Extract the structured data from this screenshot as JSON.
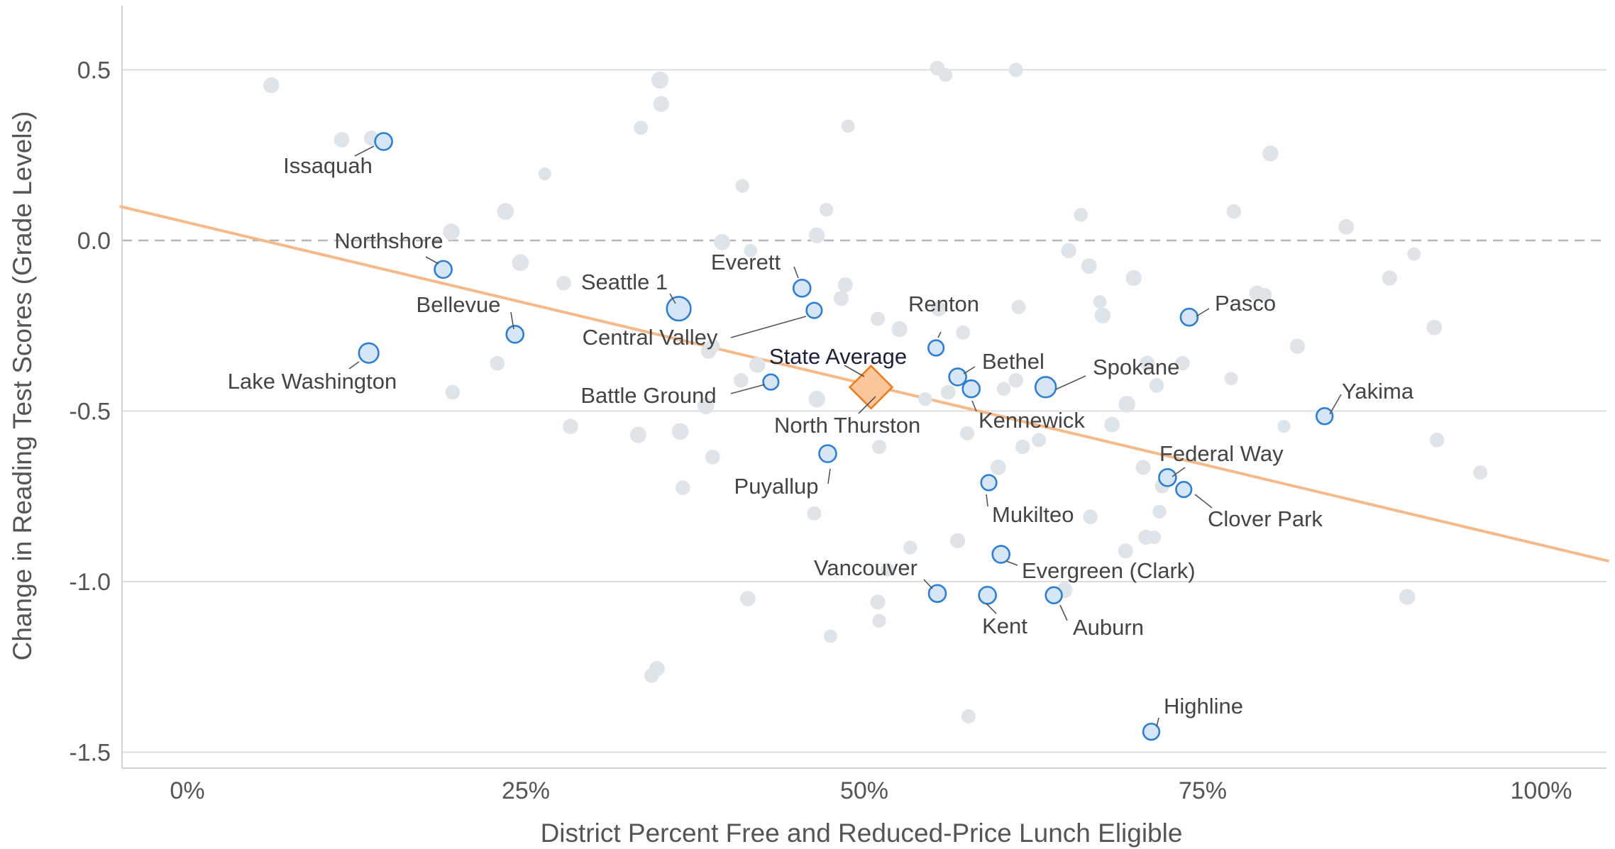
{
  "chart_data": {
    "type": "scatter",
    "xlabel": "District Percent Free and Reduced-Price Lunch Eligible",
    "ylabel": "Change in Reading Test Scores (Grade Levels)",
    "x_ticks": [
      {
        "value": 0,
        "label": "0%"
      },
      {
        "value": 25,
        "label": "25%"
      },
      {
        "value": 50,
        "label": "50%"
      },
      {
        "value": 75,
        "label": "75%"
      },
      {
        "value": 100,
        "label": "100%"
      }
    ],
    "y_ticks": [
      {
        "value": 0.5,
        "label": "0.5"
      },
      {
        "value": 0.0,
        "label": "0.0"
      },
      {
        "value": -0.5,
        "label": "-0.5"
      },
      {
        "value": -1.0,
        "label": "-1.0"
      },
      {
        "value": -1.5,
        "label": "-1.5"
      }
    ],
    "xlim": [
      -5,
      105
    ],
    "ylim": [
      -1.55,
      0.7
    ],
    "grid": "horizontal",
    "zero_line": "dashed",
    "trend_line": {
      "color": "#f5b98a",
      "start": [
        -5,
        0.1
      ],
      "end": [
        105,
        -0.94
      ]
    },
    "colors": {
      "highlight_fill": "#d6e6f7",
      "highlight_stroke": "#2d7fd3",
      "background_point": "#dfe4e8",
      "state_fill": "#fbc79a",
      "state_stroke": "#f07a1a"
    },
    "labeled_districts": [
      {
        "name": "Issaquah",
        "x": 14.5,
        "y": 0.29,
        "size": 1.0
      },
      {
        "name": "Northshore",
        "x": 18.9,
        "y": -0.085,
        "size": 1.0
      },
      {
        "name": "Bellevue",
        "x": 24.2,
        "y": -0.275,
        "size": 1.0
      },
      {
        "name": "Lake Washington",
        "x": 13.4,
        "y": -0.33,
        "size": 1.15
      },
      {
        "name": "Seattle 1",
        "x": 36.3,
        "y": -0.2,
        "size": 1.4
      },
      {
        "name": "Everett",
        "x": 45.4,
        "y": -0.14,
        "size": 1.0
      },
      {
        "name": "Central Valley",
        "x": 46.3,
        "y": -0.205,
        "size": 0.9
      },
      {
        "name": "Battle Ground",
        "x": 43.1,
        "y": -0.415,
        "size": 0.9
      },
      {
        "name": "Renton",
        "x": 55.3,
        "y": -0.315,
        "size": 0.9
      },
      {
        "name": "Bethel",
        "x": 56.9,
        "y": -0.4,
        "size": 1.0
      },
      {
        "name": "Kennewick",
        "x": 57.9,
        "y": -0.435,
        "size": 1.0
      },
      {
        "name": "Spokane",
        "x": 63.4,
        "y": -0.43,
        "size": 1.2
      },
      {
        "name": "Pasco",
        "x": 74.0,
        "y": -0.225,
        "size": 1.0
      },
      {
        "name": "Yakima",
        "x": 84.0,
        "y": -0.515,
        "size": 0.95
      },
      {
        "name": "North Thurston",
        "x": 47.3,
        "y": -0.625,
        "size": 1.0
      },
      {
        "name": "Puyallup",
        "x": 47.3,
        "y": -0.625,
        "size": 1.0
      },
      {
        "name": "Mukilteo",
        "x": 59.2,
        "y": -0.71,
        "size": 0.9
      },
      {
        "name": "Federal Way",
        "x": 72.4,
        "y": -0.695,
        "size": 1.0
      },
      {
        "name": "Clover Park",
        "x": 73.6,
        "y": -0.73,
        "size": 0.9
      },
      {
        "name": "Evergreen (Clark)",
        "x": 60.1,
        "y": -0.92,
        "size": 1.0
      },
      {
        "name": "Vancouver",
        "x": 55.4,
        "y": -1.035,
        "size": 1.0
      },
      {
        "name": "Kent",
        "x": 59.1,
        "y": -1.04,
        "size": 1.0
      },
      {
        "name": "Auburn",
        "x": 64.0,
        "y": -1.04,
        "size": 0.95
      },
      {
        "name": "Highline",
        "x": 71.2,
        "y": -1.44,
        "size": 0.95
      }
    ],
    "state_average": {
      "name": "State Average",
      "x": 50.5,
      "y": -0.43
    },
    "other_districts": [
      [
        6.2,
        0.455,
        0.7
      ],
      [
        11.4,
        0.295,
        0.65
      ],
      [
        13.6,
        0.3,
        0.6
      ],
      [
        26.4,
        0.195,
        0.35
      ],
      [
        34.9,
        0.47,
        0.85
      ],
      [
        35.0,
        0.4,
        0.7
      ],
      [
        33.5,
        0.33,
        0.5
      ],
      [
        48.8,
        0.335,
        0.4
      ],
      [
        55.4,
        0.505,
        0.55
      ],
      [
        56.0,
        0.485,
        0.45
      ],
      [
        61.2,
        0.5,
        0.5
      ],
      [
        19.5,
        0.025,
        0.8
      ],
      [
        23.5,
        0.085,
        0.8
      ],
      [
        24.6,
        -0.065,
        0.8
      ],
      [
        27.8,
        -0.125,
        0.55
      ],
      [
        41.0,
        0.16,
        0.45
      ],
      [
        39.5,
        -0.005,
        0.75
      ],
      [
        41.6,
        -0.03,
        0.4
      ],
      [
        46.5,
        0.015,
        0.7
      ],
      [
        47.2,
        0.09,
        0.45
      ],
      [
        48.6,
        -0.13,
        0.6
      ],
      [
        48.3,
        -0.17,
        0.6
      ],
      [
        51.0,
        -0.23,
        0.5
      ],
      [
        52.6,
        -0.26,
        0.7
      ],
      [
        55.5,
        -0.2,
        0.65
      ],
      [
        57.3,
        -0.27,
        0.5
      ],
      [
        61.4,
        -0.195,
        0.5
      ],
      [
        65.1,
        -0.03,
        0.6
      ],
      [
        66.0,
        0.075,
        0.45
      ],
      [
        66.6,
        -0.075,
        0.65
      ],
      [
        67.4,
        -0.18,
        0.4
      ],
      [
        67.6,
        -0.22,
        0.7
      ],
      [
        69.9,
        -0.11,
        0.7
      ],
      [
        70.9,
        -0.36,
        0.6
      ],
      [
        71.6,
        -0.425,
        0.55
      ],
      [
        69.4,
        -0.48,
        0.8
      ],
      [
        73.5,
        -0.36,
        0.55
      ],
      [
        77.3,
        0.085,
        0.55
      ],
      [
        80.0,
        0.255,
        0.7
      ],
      [
        79.0,
        -0.155,
        0.65
      ],
      [
        79.6,
        -0.16,
        0.45
      ],
      [
        82.0,
        -0.31,
        0.6
      ],
      [
        85.6,
        0.04,
        0.65
      ],
      [
        88.8,
        -0.11,
        0.6
      ],
      [
        90.6,
        -0.04,
        0.4
      ],
      [
        92.1,
        -0.255,
        0.65
      ],
      [
        92.3,
        -0.585,
        0.55
      ],
      [
        95.5,
        -0.68,
        0.5
      ],
      [
        90.1,
        -1.045,
        0.7
      ],
      [
        22.9,
        -0.36,
        0.55
      ],
      [
        19.6,
        -0.445,
        0.55
      ],
      [
        28.3,
        -0.545,
        0.65
      ],
      [
        33.3,
        -0.57,
        0.75
      ],
      [
        36.4,
        -0.56,
        0.8
      ],
      [
        38.3,
        -0.485,
        0.8
      ],
      [
        38.8,
        -0.635,
        0.55
      ],
      [
        36.6,
        -0.725,
        0.55
      ],
      [
        38.5,
        -0.325,
        0.6
      ],
      [
        38.8,
        -0.31,
        0.5
      ],
      [
        40.9,
        -0.41,
        0.55
      ],
      [
        42.1,
        -0.365,
        0.7
      ],
      [
        46.5,
        -0.465,
        0.8
      ],
      [
        46.3,
        -0.8,
        0.5
      ],
      [
        51.1,
        -0.605,
        0.5
      ],
      [
        53.4,
        -0.9,
        0.45
      ],
      [
        56.9,
        -0.88,
        0.6
      ],
      [
        57.6,
        -0.565,
        0.5
      ],
      [
        59.9,
        -0.665,
        0.65
      ],
      [
        61.7,
        -0.605,
        0.55
      ],
      [
        61.2,
        -0.41,
        0.55
      ],
      [
        62.9,
        -0.585,
        0.5
      ],
      [
        64.8,
        -1.025,
        0.7
      ],
      [
        66.7,
        -0.81,
        0.55
      ],
      [
        68.3,
        -0.54,
        0.65
      ],
      [
        70.8,
        -0.87,
        0.6
      ],
      [
        70.6,
        -0.665,
        0.6
      ],
      [
        71.8,
        -0.795,
        0.45
      ],
      [
        72.0,
        -0.72,
        0.55
      ],
      [
        81.0,
        -0.545,
        0.35
      ],
      [
        77.1,
        -0.405,
        0.4
      ],
      [
        69.3,
        -0.91,
        0.6
      ],
      [
        71.4,
        -0.87,
        0.45
      ],
      [
        41.4,
        -1.05,
        0.65
      ],
      [
        51.0,
        -1.06,
        0.6
      ],
      [
        51.1,
        -1.115,
        0.45
      ],
      [
        47.5,
        -1.16,
        0.4
      ],
      [
        34.3,
        -1.275,
        0.55
      ],
      [
        34.7,
        -1.255,
        0.65
      ],
      [
        57.7,
        -1.395,
        0.5
      ],
      [
        51.7,
        -0.965,
        0.45
      ],
      [
        54.5,
        -0.465,
        0.45
      ],
      [
        60.3,
        -0.435,
        0.45
      ],
      [
        56.2,
        -0.445,
        0.55
      ]
    ]
  }
}
